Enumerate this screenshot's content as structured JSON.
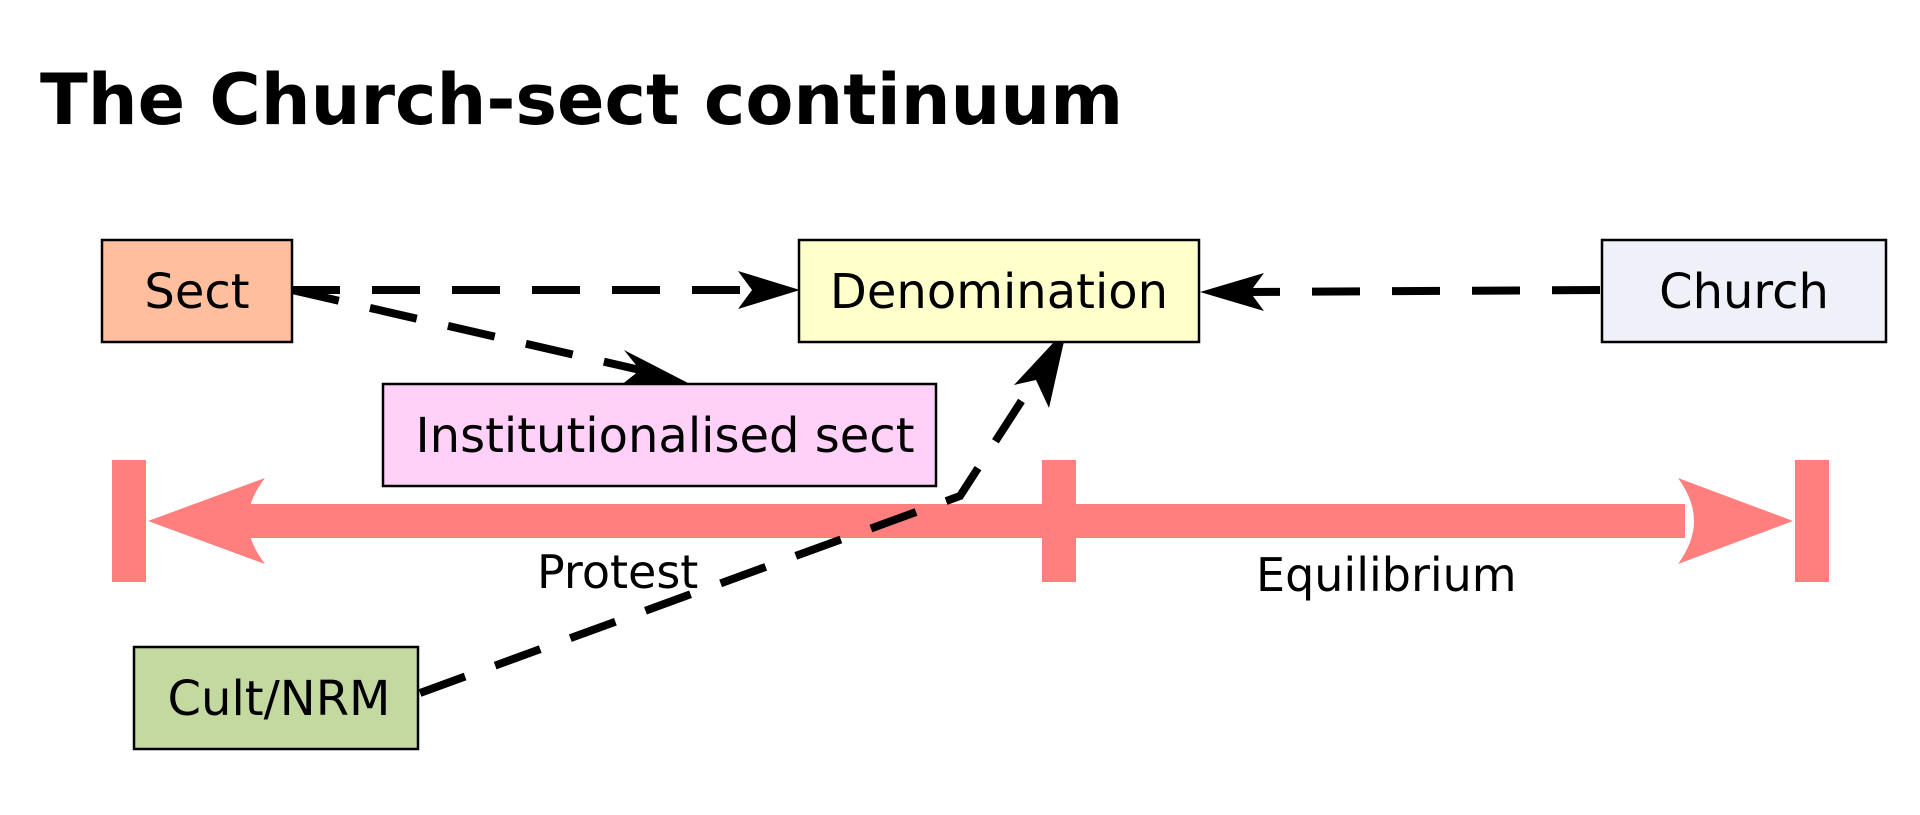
{
  "title": "The Church-sect continuum",
  "colors": {
    "sect": "#ffbf9f",
    "denomination": "#ffffcc",
    "church": "#f0f0f8",
    "institutionalised_sect": "#ffd0f8",
    "cult": "#c3d9a0",
    "axis": "#ff7f7f"
  },
  "nodes": {
    "sect": "Sect",
    "denomination": "Denomination",
    "church": "Church",
    "institutionalised_sect": "Institutionalised sect",
    "cult": "Cult/NRM"
  },
  "axis": {
    "left_label": "Protest",
    "right_label": "Equilibrium"
  },
  "edges": [
    {
      "from": "Sect",
      "to": "Denomination"
    },
    {
      "from": "Sect",
      "to": "Institutionalised sect"
    },
    {
      "from": "Church",
      "to": "Denomination"
    },
    {
      "from": "Cult/NRM",
      "to": "Denomination"
    }
  ]
}
